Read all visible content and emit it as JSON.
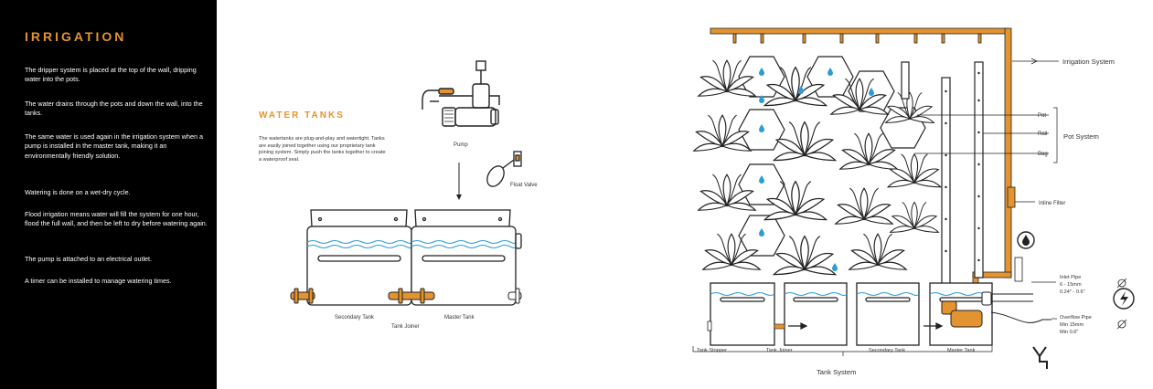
{
  "sidebar": {
    "title": "IRRIGATION",
    "paragraphs": [
      "The dripper system is placed at the top of the wall, dripping water into the pots.",
      "The water drains through the pots and down the wall, into the tanks.",
      "The same water is used again in the irrigation system when a pump is installed in the master tank, making it an environmentally friendly solution.",
      "Watering is done on a wet-dry cycle.",
      "Flood irrigation means water will fill the system for one hour, flood the full wall, and then be left to dry before watering again.",
      "The pump is attached to an electrical outlet.",
      "A timer can be installed to manage watering times."
    ]
  },
  "water_tanks": {
    "title": "WATER TANKS",
    "body": "The watertanks are plug-and-play and watertight. Tanks are easily joined together using our proprietary tank joining system. Simply push the tanks together to create a waterproof seal.",
    "labels": {
      "pump": "Pump",
      "float_valve": "Float Valve",
      "secondary_tank": "Secondary Tank",
      "master_tank": "Master Tank",
      "tank_joiner": "Tank Joiner"
    }
  },
  "wall": {
    "labels": {
      "irrigation_system": "Irrigation System",
      "pot": "Pot",
      "rail": "Rail",
      "bag": "Bag",
      "pot_system": "Pot System",
      "inline_filter": "Inline Filter",
      "inlet_pipe": "Inlet Pipe",
      "inlet_size_mm": "6 - 15mm",
      "inlet_size_in": "0.24\" - 0.6\"",
      "overflow_pipe": "Overflow Pipe",
      "overflow_min_mm": "Min 15mm",
      "overflow_min_in": "Min 0.6\"",
      "tank_stopper": "Tank Stopper",
      "tank_joiner": "Tank Joiner",
      "secondary_tank": "Secondary Tank",
      "master_tank": "Master Tank",
      "tank_system": "Tank System"
    }
  },
  "colors": {
    "accent": "#e3932f",
    "water": "#2d9bd6",
    "line": "#222222",
    "sidebar_bg": "#000000"
  }
}
